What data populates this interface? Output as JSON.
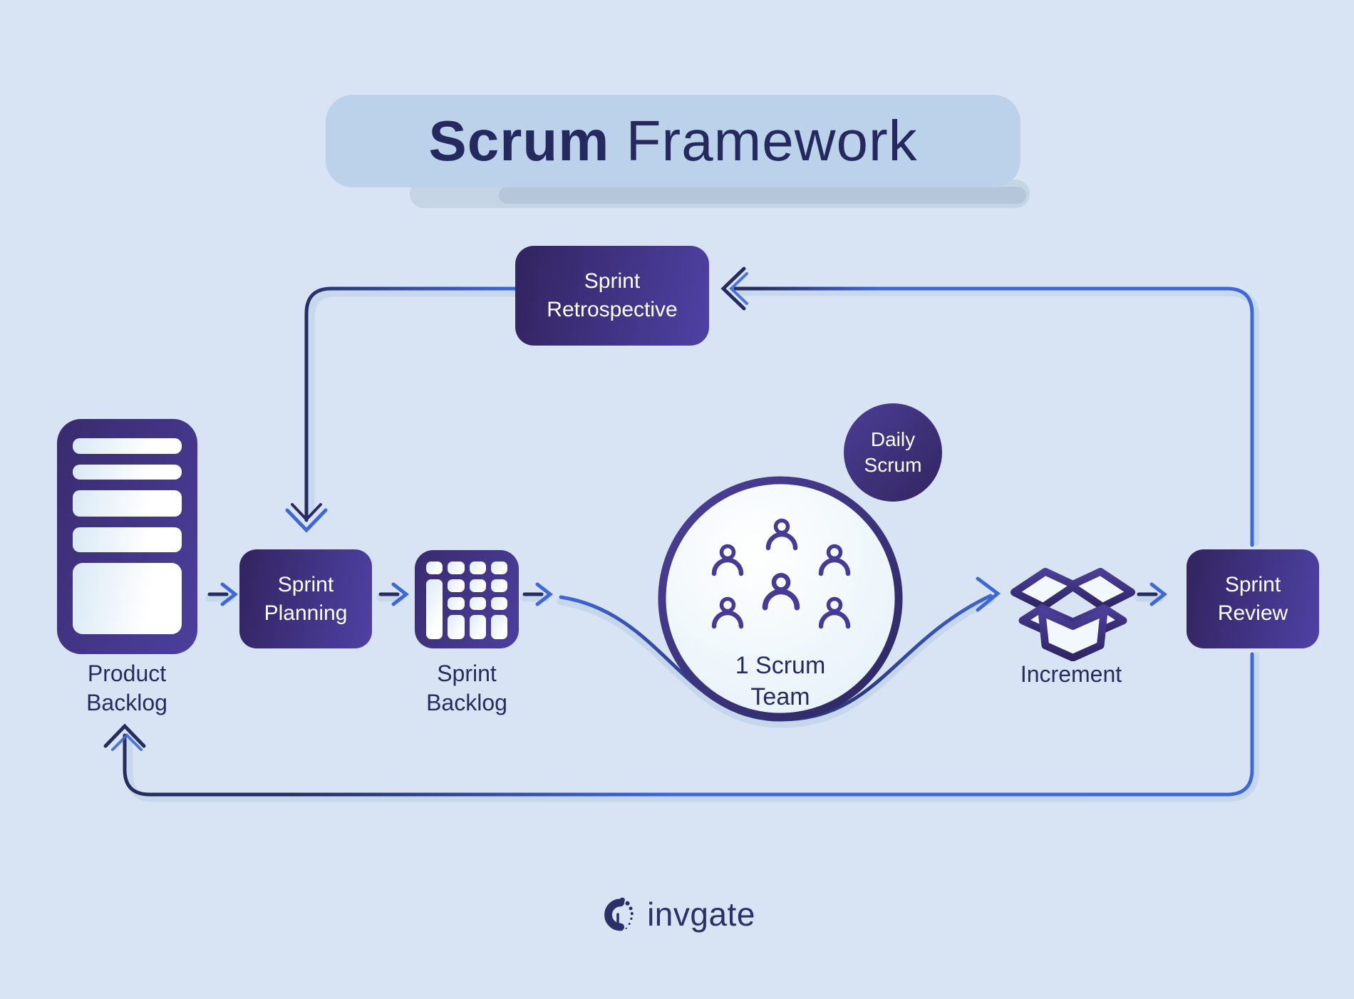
{
  "title": {
    "primary": "Scrum",
    "secondary": "Framework"
  },
  "boxes": {
    "sprint_retrospective": "Sprint\nRetrospective",
    "sprint_planning": "Sprint\nPlanning",
    "sprint_review": "Sprint\nReview"
  },
  "labels": {
    "product_backlog": "Product\nBacklog",
    "sprint_backlog": "Sprint\nBacklog",
    "increment": "Increment",
    "scrum_team": "1 Scrum\nTeam",
    "daily_scrum": "Daily\nScrum"
  },
  "footer": {
    "brand": "invgate"
  },
  "colors": {
    "background": "#d8e4f3",
    "title_badge": "#bcd2eb",
    "navy_text": "#272c5f",
    "purple_dark": "#32245f",
    "purple_light": "#4e41a4",
    "arrow_blue": "#3e68d5",
    "arrow_navy": "#272c5e",
    "halo_blue": "#b9cde8"
  }
}
